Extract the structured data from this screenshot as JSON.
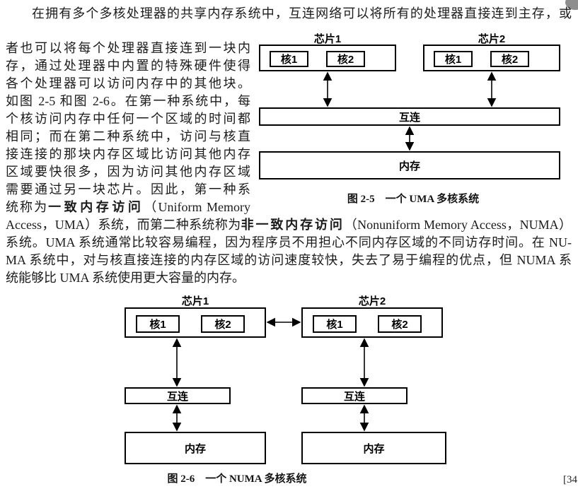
{
  "page": {
    "number_label": "[34"
  },
  "body": {
    "line1": "在拥有多个多核处理器的共享内存系统中，互连网络可以将所有的处理器直接连到主存，或",
    "col": [
      "者也可以将每个处理器直接连到一块内",
      "存，通过处理器中内置的特殊硬件使得",
      "各个处理器可以访问内存中的其他块。",
      "如图 2-5 和图 2-6。在第一种系统中，每",
      "个核访问内存中任何一个区域的时间都",
      "相同；而在第二种系统中，访问与核直",
      "接连接的那块内存区域比访问其他内存",
      "区域要快很多，因为访问其他内存区域",
      "需要通过另一块芯片。因此，第一种系"
    ],
    "col10": {
      "pre": "统称为",
      "term": "一致内存访问",
      "post": "（Uniform Memory"
    },
    "fullA": {
      "pre": "Access，UMA）系统，而第二种系统称为",
      "term": "非一致内存访问",
      "post": "（Nonuniform Memory Access，NUMA）"
    },
    "fullB": "系统。UMA 系统通常比较容易编程，因为程序员不用担心不同内存区域的不同访存时间。在 NU-",
    "fullC": "MA 系统中，对与核直接连接的内存区域的访问速度较快，失去了易于编程的优点，但 NUMA 系",
    "fullD": "统能够比 UMA 系统使用更大容量的内存。"
  },
  "fig25": {
    "chips": [
      {
        "label": "芯片1",
        "cores": [
          "核1",
          "核2"
        ]
      },
      {
        "label": "芯片2",
        "cores": [
          "核1",
          "核2"
        ]
      }
    ],
    "interconnect": "互连",
    "memory": "内存",
    "caption": "图 2-5　一个 UMA 多核系统"
  },
  "fig26": {
    "chips": [
      {
        "label": "芯片1",
        "cores": [
          "核1",
          "核2"
        ]
      },
      {
        "label": "芯片2",
        "cores": [
          "核1",
          "核2"
        ]
      }
    ],
    "interconnects": [
      "互连",
      "互连"
    ],
    "memories": [
      "内存",
      "内存"
    ],
    "caption": "图 2-6　一个 NUMA 多核系统"
  }
}
